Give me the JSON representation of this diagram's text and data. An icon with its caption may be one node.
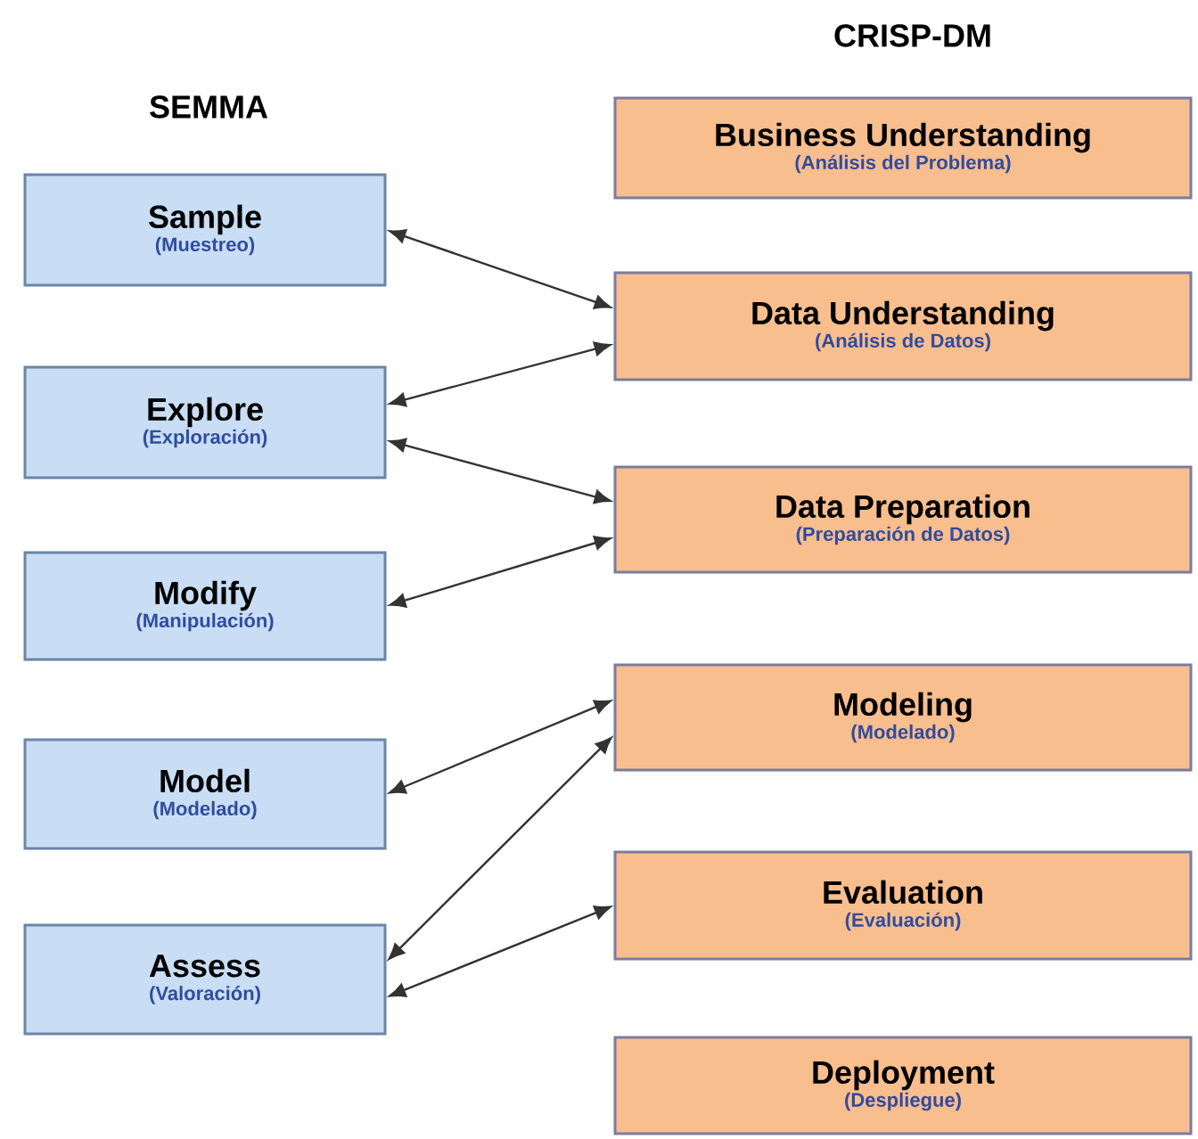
{
  "diagram": {
    "nodes": [
      {
        "text": [
          "Sample",
          "(Muestreo)"
        ]
      },
      {
        "text": [
          "Explore",
          "(Exploración)"
        ]
      },
      {
        "text": [
          "Modify",
          "(Manipulación)"
        ]
      },
      {
        "text": [
          "Model",
          "(Modelado)"
        ]
      },
      {
        "text": [
          "Assess",
          "(Valoración)"
        ]
      },
      {
        "text": [
          "Business Understanding",
          "(Análisis del Problema)"
        ]
      },
      {
        "text": [
          "Data Understanding",
          "(Análisis de Datos)"
        ]
      },
      {
        "text": [
          "Data Preparation",
          "(Preparación de Datos)"
        ]
      },
      {
        "text": [
          "Modeling",
          "(Modelado)"
        ]
      },
      {
        "text": [
          "Evaluation",
          "(Evaluación)"
        ]
      },
      {
        "text": [
          "Deployment",
          "(Despliegue)"
        ]
      }
    ],
    "edges": [
      {
        "from": 0,
        "to": 6,
        "arrow": "both"
      },
      {
        "from": 1,
        "to": 6,
        "arrow": "both"
      },
      {
        "from": 1,
        "to": 7,
        "arrow": "both"
      },
      {
        "from": 2,
        "to": 7,
        "arrow": "both"
      },
      {
        "from": 3,
        "to": 8,
        "arrow": "both"
      },
      {
        "from": 4,
        "to": 8,
        "arrow": "both"
      },
      {
        "from": 4,
        "to": 9,
        "arrow": "both"
      }
    ],
    "labels": [
      "CRISP-DM",
      "SEMMA"
    ]
  }
}
